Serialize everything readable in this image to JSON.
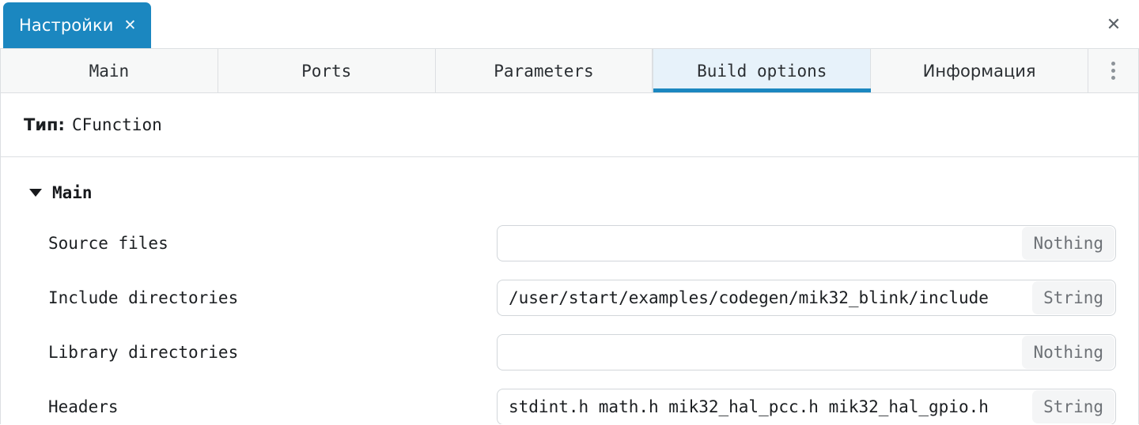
{
  "window": {
    "doc_tab_label": "Настройки",
    "doc_tab_close_icon": "close-icon",
    "window_close_icon": "close-icon"
  },
  "tabstrip": {
    "tabs": [
      {
        "label": "Main",
        "active": false,
        "lang": "en"
      },
      {
        "label": "Ports",
        "active": false,
        "lang": "en"
      },
      {
        "label": "Parameters",
        "active": false,
        "lang": "en"
      },
      {
        "label": "Build options",
        "active": true,
        "lang": "en"
      },
      {
        "label": "Информация",
        "active": false,
        "lang": "ru"
      }
    ],
    "overflow_icon": "more-vertical-icon"
  },
  "content": {
    "type_label": "Тип:",
    "type_value": "CFunction",
    "section": {
      "title": "Main",
      "expanded": true,
      "caret_icon": "chevron-down-icon",
      "rows": [
        {
          "label": "Source files",
          "value": "",
          "badge": "Nothing"
        },
        {
          "label": "Include directories",
          "value": "/user/start/examples/codegen/mik32_blink/include",
          "badge": "String"
        },
        {
          "label": "Library directories",
          "value": "",
          "badge": "Nothing"
        },
        {
          "label": "Headers",
          "value": "stdint.h math.h mik32_hal_pcc.h mik32_hal_gpio.h",
          "badge": "String"
        }
      ]
    }
  },
  "colors": {
    "accent": "#1b87c0",
    "active_tab_bg": "#e7f2fa",
    "tab_bg": "#f7f8f8",
    "border": "#dcdfe2",
    "badge_bg": "#f4f5f6",
    "badge_text": "#6d7176"
  }
}
